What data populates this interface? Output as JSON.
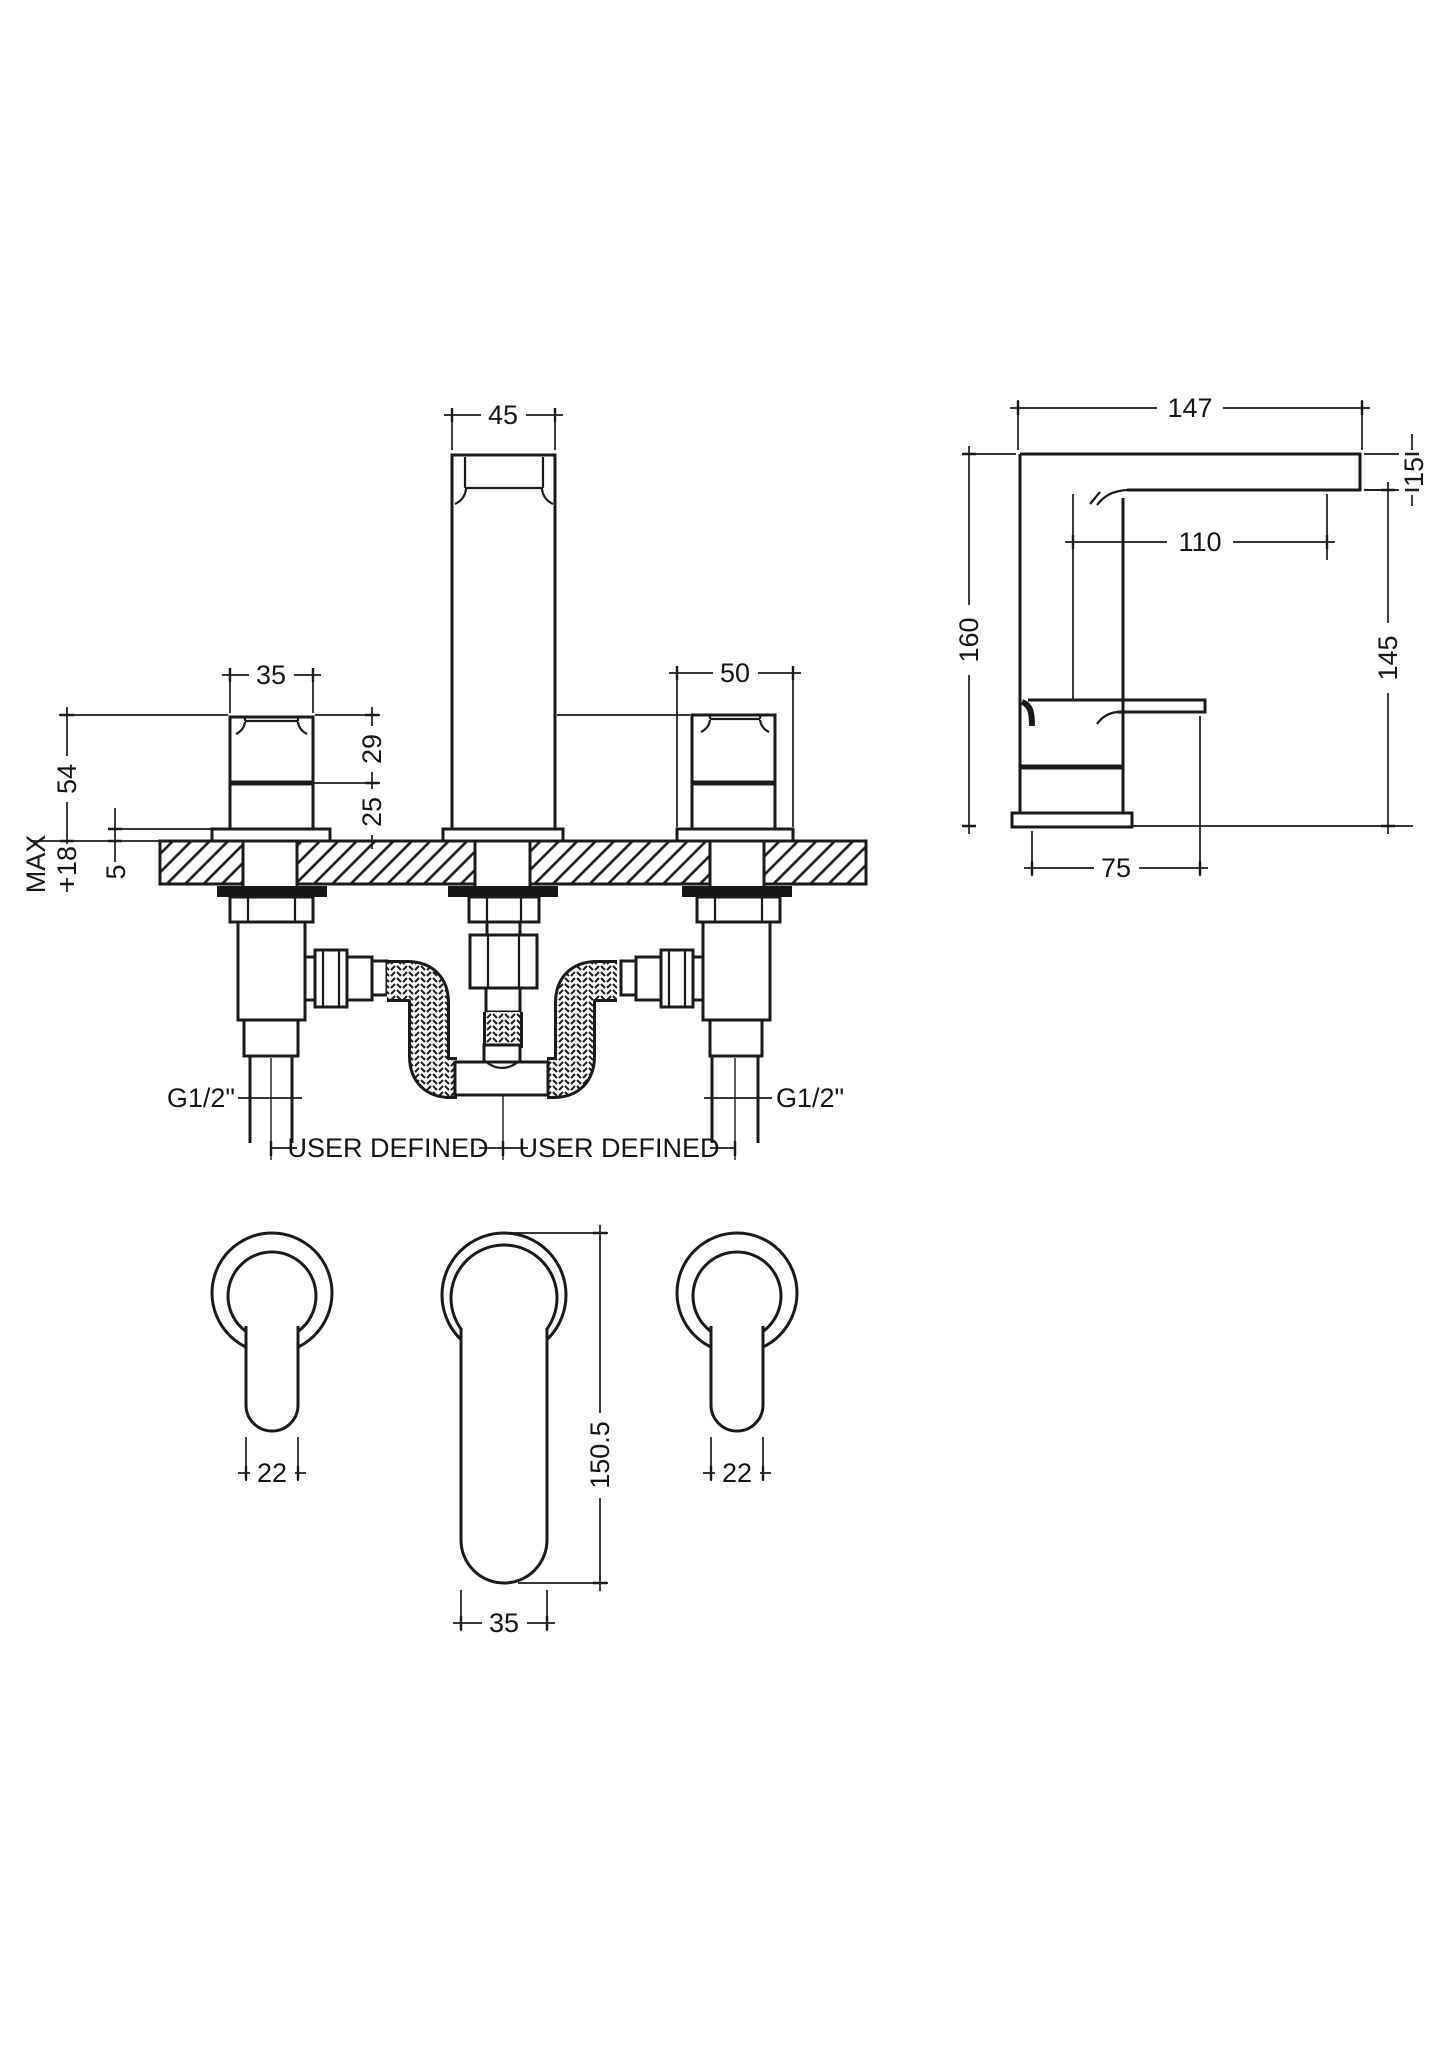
{
  "drawing": {
    "front": {
      "dim_spout_width": "45",
      "dim_left_handle_width": "35",
      "dim_right_handle_width": "50",
      "dim_handle_upper": "29",
      "dim_handle_lower": "25",
      "dim_handle_height": "54",
      "deck_max": "MAX",
      "dim_deck_thickness": "18",
      "dim_plate_thickness": "5",
      "thread_left": "G1/2\"",
      "thread_right": "G1/2\"",
      "hose_left": "USER DEFINED",
      "hose_right": "USER DEFINED"
    },
    "side": {
      "dim_reach": "147",
      "dim_spout_thickness": "15",
      "dim_projection": "110",
      "dim_total_height": "160",
      "dim_spout_height": "145",
      "dim_body_depth": "75"
    },
    "plan": {
      "dim_left_handle": "22",
      "dim_spout_length": "150.5",
      "dim_spout_width": "35",
      "dim_right_handle": "22"
    },
    "colors": {
      "line": "#1a1a1a",
      "background": "#ffffff"
    }
  }
}
